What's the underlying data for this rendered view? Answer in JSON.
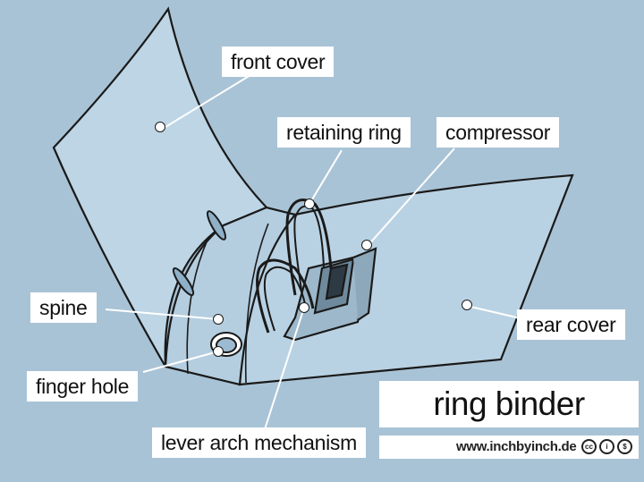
{
  "labels": {
    "front_cover": "front cover",
    "retaining_ring": "retaining ring",
    "compressor": "compressor",
    "spine": "spine",
    "rear_cover": "rear cover",
    "finger_hole": "finger hole",
    "lever_arch_mechanism": "lever arch mechanism"
  },
  "title": "ring binder",
  "footer": {
    "url": "www.inchbyinch.de",
    "license_icons": [
      "cc-icon",
      "attribution-icon",
      "noncommercial-icon"
    ]
  },
  "colors": {
    "background": "#a9c3d6",
    "binder_fill": "#b9d2e3",
    "outline": "#1a1a1a",
    "label_bg": "#ffffff"
  }
}
